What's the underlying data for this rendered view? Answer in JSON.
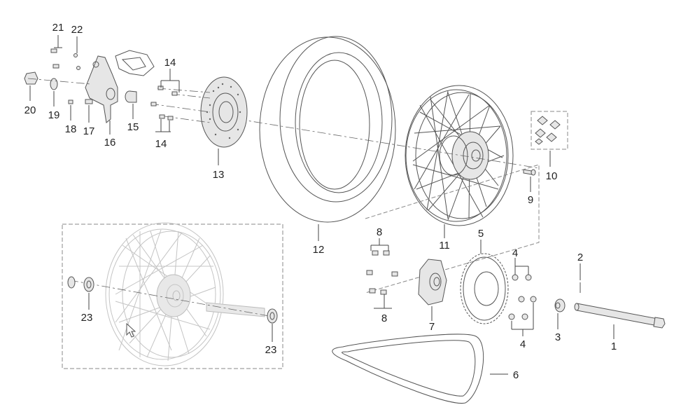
{
  "diagram": {
    "callouts": [
      "1",
      "2",
      "3",
      "4",
      "5",
      "6",
      "7",
      "8",
      "9",
      "10",
      "11",
      "12",
      "13",
      "14",
      "15",
      "16",
      "17",
      "18",
      "19",
      "20",
      "21",
      "22",
      "23"
    ],
    "labels": {
      "c1": "1",
      "c2": "2",
      "c3": "3",
      "c4a": "4",
      "c4b": "4",
      "c5": "5",
      "c6": "6",
      "c7": "7",
      "c8a": "8",
      "c8b": "8",
      "c9": "9",
      "c10": "10",
      "c11": "11",
      "c12": "12",
      "c13": "13",
      "c14a": "14",
      "c14b": "14",
      "c15": "15",
      "c16": "16",
      "c17": "17",
      "c18": "18",
      "c19": "19",
      "c20": "20",
      "c21": "21",
      "c22": "22",
      "c23a": "23",
      "c23b": "23"
    }
  }
}
